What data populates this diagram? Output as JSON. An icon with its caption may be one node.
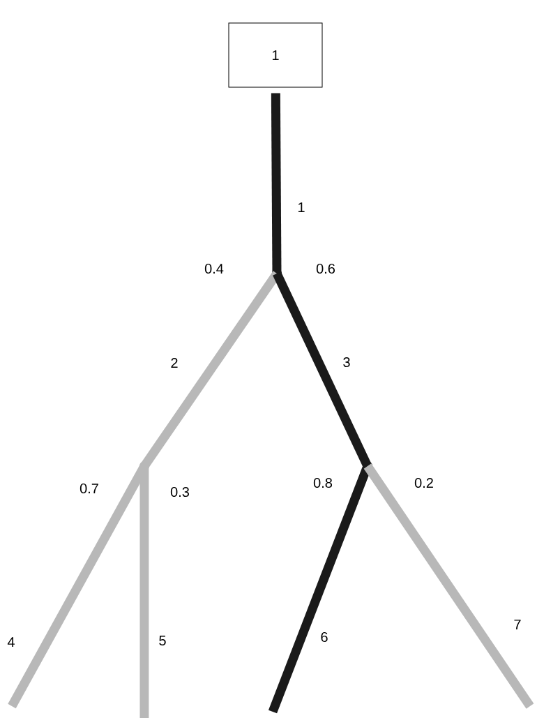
{
  "diagram": {
    "nodes": [
      {
        "text": [
          "1"
        ]
      },
      {
        "text": [],
        "shape": "point"
      },
      {
        "text": [],
        "shape": "point"
      },
      {
        "text": [],
        "shape": "point"
      }
    ],
    "edges": [
      {
        "from": 0,
        "to": 1,
        "arrow": "none",
        "label": "1",
        "color": "#1a1a1a"
      },
      {
        "from": 1,
        "to": 2,
        "arrow": "none",
        "label": "2"
      },
      {
        "from": 1,
        "to": 3,
        "arrow": "none",
        "label": "3",
        "color": "#1a1a1a"
      },
      {
        "from": 2,
        "to": null,
        "arrow": "none",
        "label": "4"
      },
      {
        "from": 2,
        "to": null,
        "arrow": "none",
        "label": "5"
      },
      {
        "from": 3,
        "to": null,
        "arrow": "none",
        "label": "6",
        "color": "#1a1a1a"
      },
      {
        "from": 3,
        "to": null,
        "arrow": "none",
        "label": "7"
      }
    ],
    "labels": [
      "0.4",
      "0.6",
      "0.7",
      "0.3",
      "0.8",
      "0.2"
    ]
  }
}
